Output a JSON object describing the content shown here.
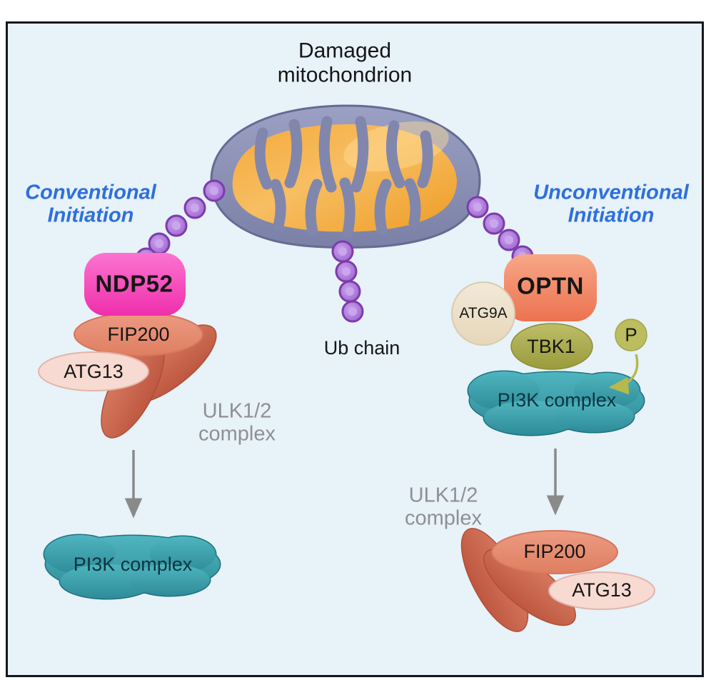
{
  "diagram_title": "Damaged\nmitochondrion",
  "ub_chain_label": "Ub chain",
  "left_pathway": {
    "heading": "Conventional\nInitiation",
    "receptor_label": "NDP52",
    "fip200_label": "FIP200",
    "atg13_label": "ATG13",
    "ulk_complex_label": "ULK1/2\ncomplex",
    "pi3k_label": "PI3K complex"
  },
  "right_pathway": {
    "heading": "Unconventional\nInitiation",
    "receptor_label": "OPTN",
    "atg9a_label": "ATG9A",
    "tbk1_label": "TBK1",
    "phosphate_label": "P",
    "pi3k_label": "PI3K complex",
    "ulk_complex_label": "ULK1/2\ncomplex",
    "fip200_label": "FIP200",
    "atg13_label": "ATG13"
  },
  "colors": {
    "background": "#E7F2F9",
    "frame_border": "#15151C",
    "heading_blue": "#2E6FDE",
    "mitochondrion_membrane": "#8A8FB3",
    "mitochondrion_matrix": "#F2A93C",
    "ubiquitin_purple": "#9B60CE",
    "ndp52_pink": "#EE2FAC",
    "optn_coral": "#EC7250",
    "fip200_salmon": "#E78F73",
    "atg13_pink": "#F7DAD2",
    "ulk_terracotta": "#C96A50",
    "pi3k_teal": "#3A9AA7",
    "tbk1_olive": "#A7A84B",
    "atg9a_cream": "#EFE5D0",
    "arrow_gray": "#8A8A8A",
    "muted_text": "#8F9093"
  }
}
